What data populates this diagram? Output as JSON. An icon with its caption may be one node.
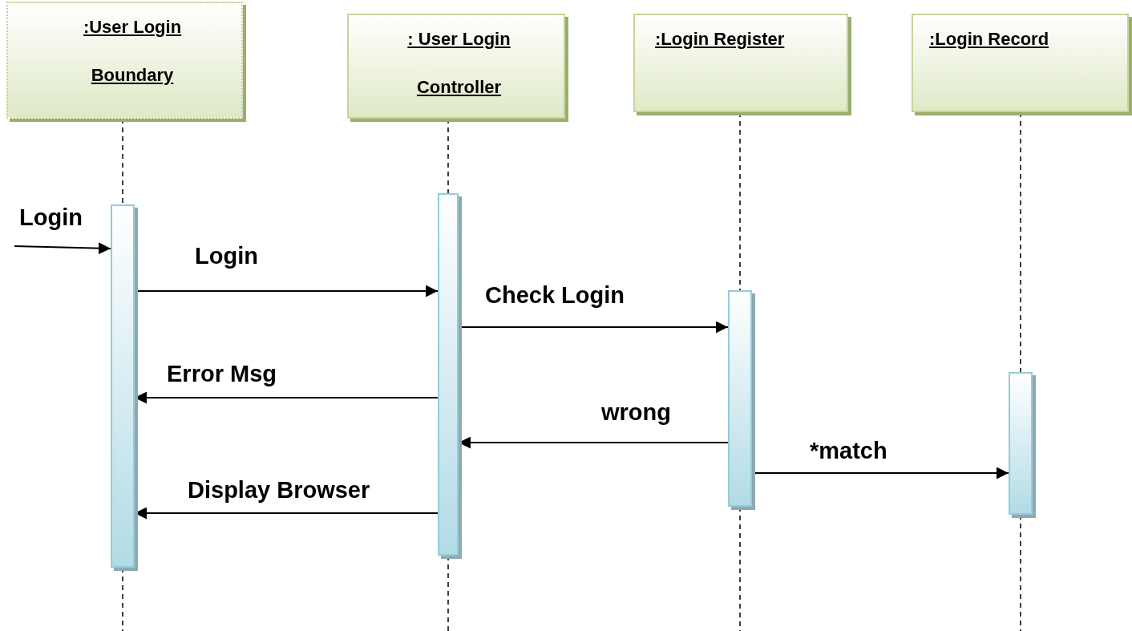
{
  "diagram": {
    "nodes": [
      {
        "text": [
          ":User Login Boundary"
        ]
      },
      {
        "text": [
          ": User Login Controller"
        ]
      },
      {
        "text": [
          ":Login Register"
        ]
      },
      {
        "text": [
          ":Login Record"
        ]
      },
      {
        "text": [],
        "shape": "bar"
      },
      {
        "text": [],
        "shape": "bar"
      },
      {
        "text": [],
        "shape": "bar"
      },
      {
        "text": [],
        "shape": "bar"
      }
    ],
    "edges": [
      {
        "from": 0,
        "to": 4,
        "arrow": "none",
        "style": "dashed"
      },
      {
        "from": 1,
        "to": 5,
        "arrow": "none",
        "style": "dashed"
      },
      {
        "from": 2,
        "to": 6,
        "arrow": "none",
        "style": "dashed"
      },
      {
        "from": 3,
        "to": 7,
        "arrow": "none",
        "style": "dashed"
      },
      {
        "from": null,
        "to": 4,
        "arrow": "to",
        "label": "Login"
      },
      {
        "from": 4,
        "to": 5,
        "arrow": "to",
        "label": "Login"
      },
      {
        "from": 5,
        "to": 6,
        "arrow": "to",
        "label": "Check Login"
      },
      {
        "from": 5,
        "to": 4,
        "arrow": "to",
        "label": "Error Msg"
      },
      {
        "from": 6,
        "to": 5,
        "arrow": "to",
        "label": "wrong"
      },
      {
        "from": 6,
        "to": 7,
        "arrow": "to",
        "label": "*match"
      },
      {
        "from": 5,
        "to": 4,
        "arrow": "to",
        "label": "Display Browser"
      }
    ]
  }
}
